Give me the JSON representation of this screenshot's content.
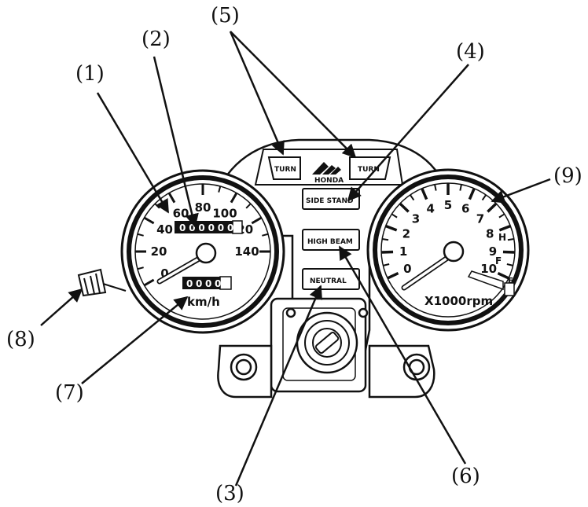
{
  "callouts": [
    "(1)",
    "(2)",
    "(3)",
    "(4)",
    "(5)",
    "(6)",
    "(7)",
    "(8)",
    "(9)"
  ],
  "speedometer": {
    "numbers": [
      "0",
      "20",
      "40",
      "60",
      "80",
      "100",
      "120",
      "140"
    ],
    "unit": "km/h",
    "odometer_digits": [
      "0",
      "0",
      "0",
      "0",
      "0",
      "0"
    ],
    "trip_digits": [
      "0",
      "0",
      "0",
      "0"
    ]
  },
  "tachometer": {
    "numbers": [
      "0",
      "1",
      "2",
      "3",
      "4",
      "5",
      "6",
      "7",
      "8",
      "9",
      "10"
    ],
    "unit": "X1000rpm",
    "gauge_letters": [
      "H",
      "F",
      "E"
    ]
  },
  "indicators": {
    "turn_left": "TURN",
    "turn_right": "TURN",
    "brand": "HONDA",
    "side_stand": "SIDE STAND",
    "high_beam": "HIGH BEAM",
    "neutral": "NEUTRAL"
  },
  "colors": {
    "ink": "#111111",
    "paper": "#ffffff"
  }
}
